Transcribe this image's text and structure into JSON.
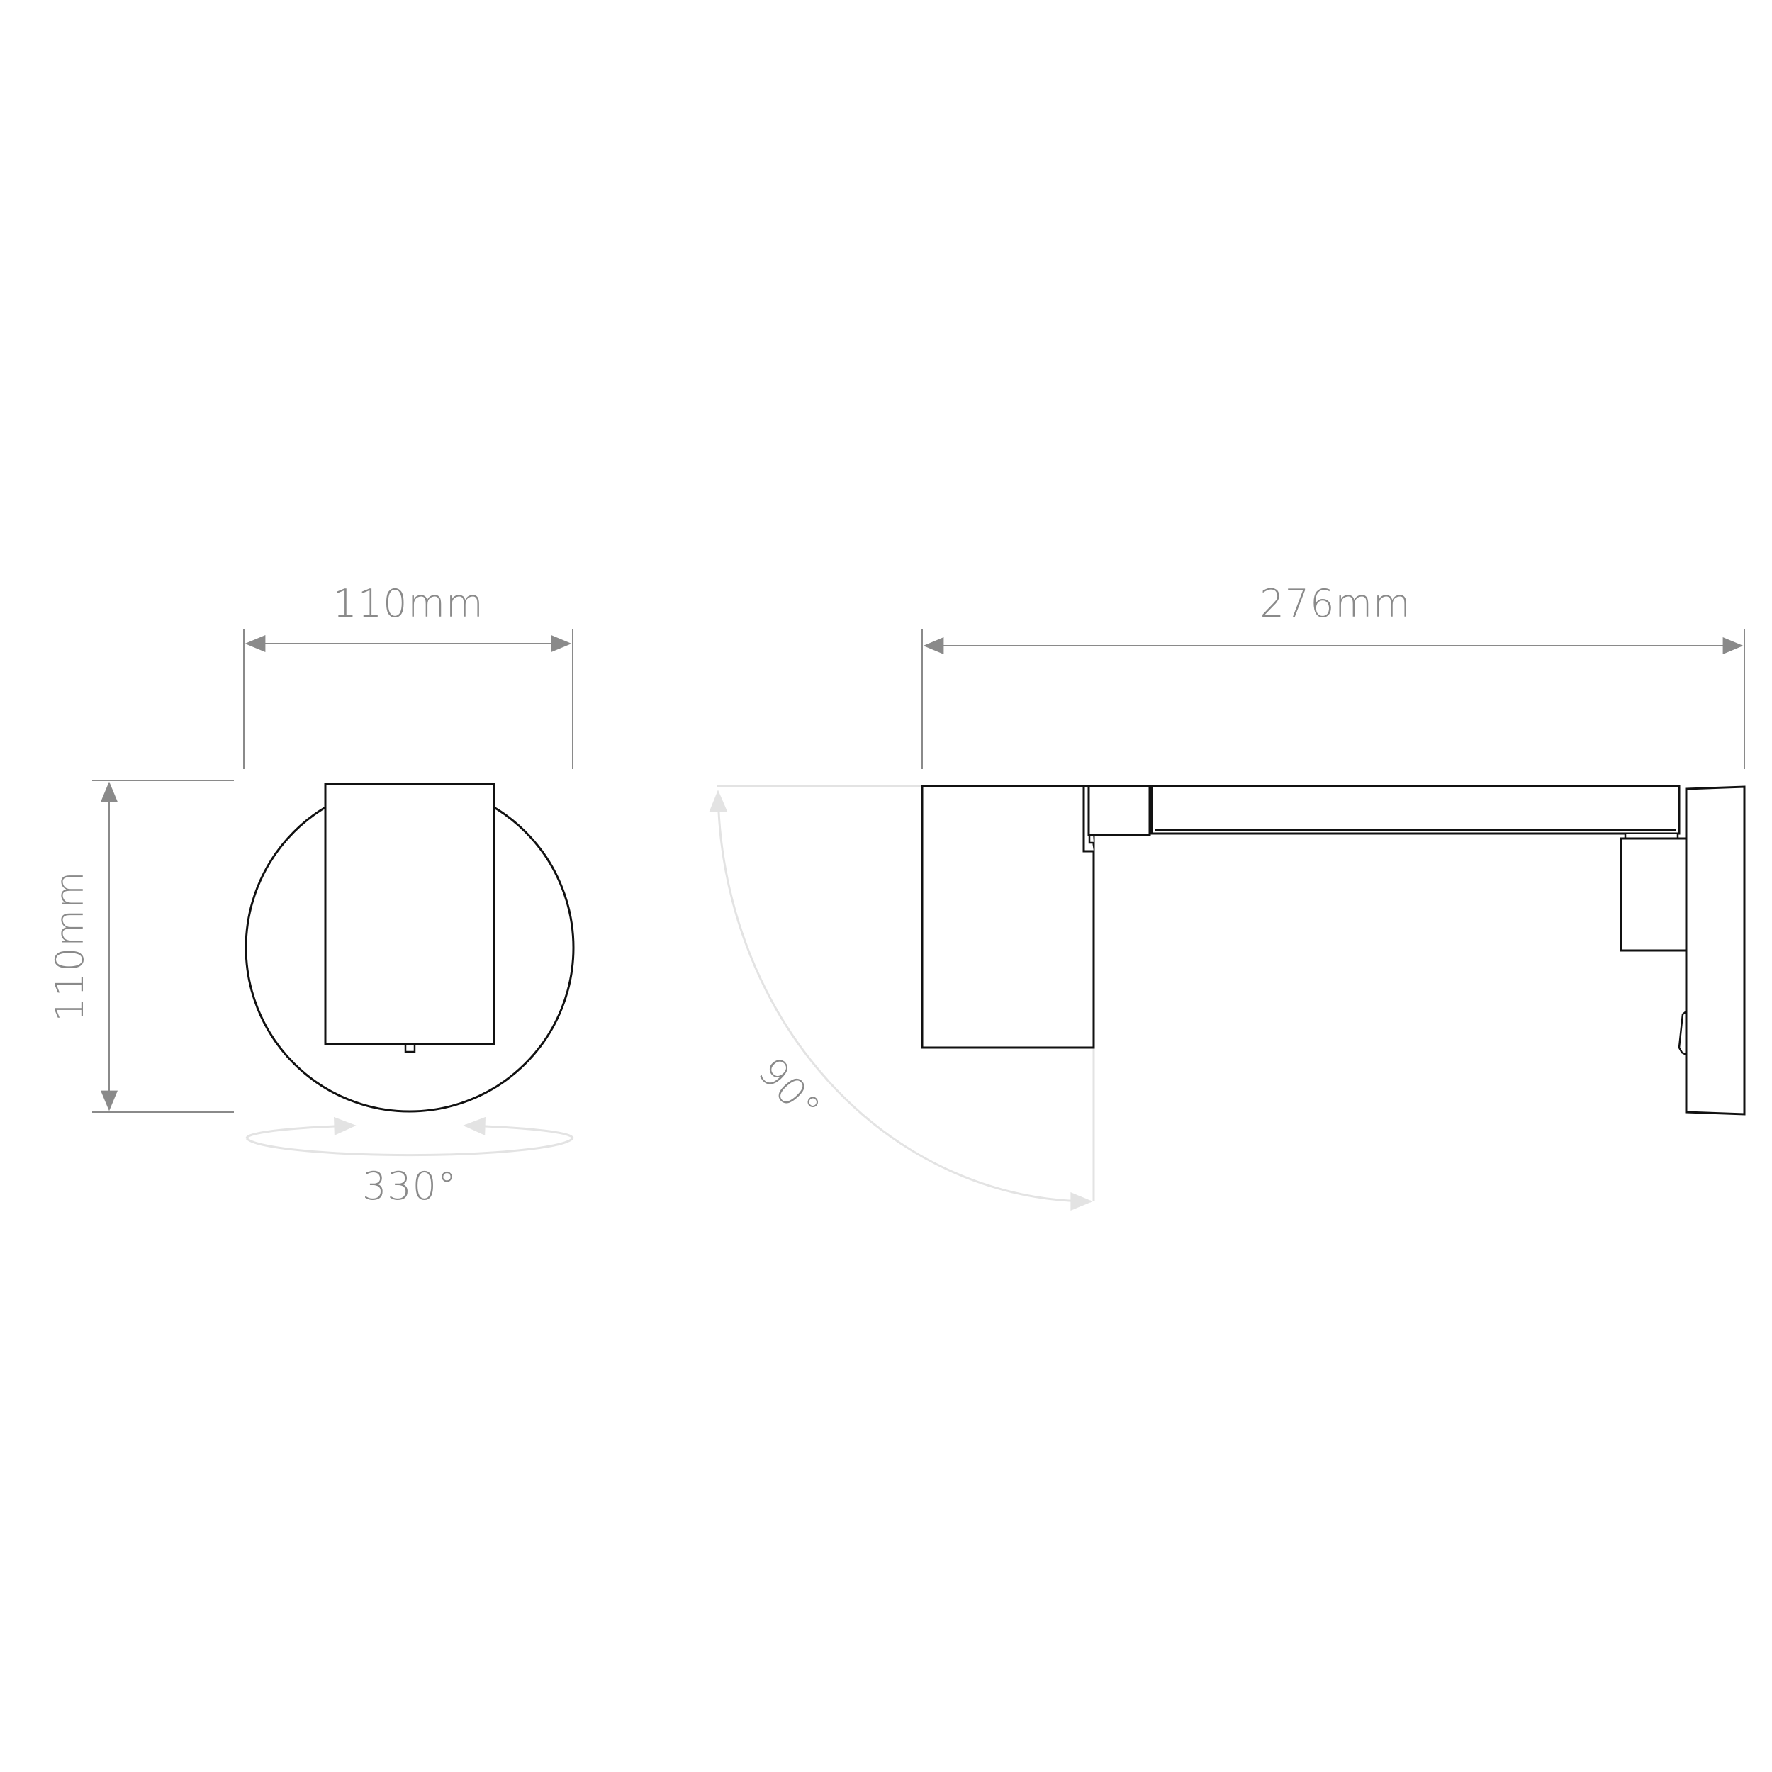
{
  "front_view": {
    "width_label": "110mm",
    "height_label": "110mm",
    "rotation_label": "330°"
  },
  "side_view": {
    "length_label": "276mm",
    "tilt_label": "90°"
  },
  "colors": {
    "outline": "#111111",
    "dimension": "#8a8a8a",
    "motion": "#e3e3e3",
    "background": "#ffffff"
  }
}
